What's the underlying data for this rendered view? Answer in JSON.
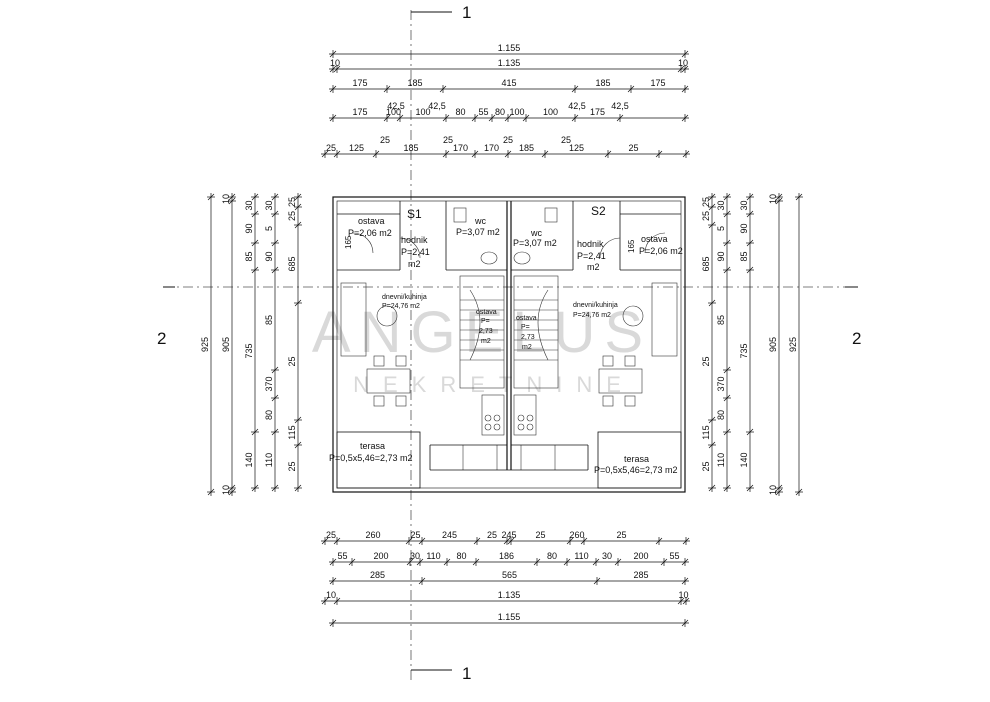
{
  "section_marks": {
    "top": "1",
    "bottom": "1",
    "left": "2",
    "right": "2"
  },
  "watermark": {
    "main": "ANGELUS",
    "sub": "NEKRETNINE"
  },
  "units": {
    "s1": "S1",
    "s2": "S2",
    "ostava_l": "ostava",
    "ostava_l_area": "P=2,06 m2",
    "ostava_r": "ostava",
    "ostava_r_area": "P=2,06 m2",
    "wc_l": "wc",
    "wc_l_area": "P=3,07 m2",
    "wc_r": "wc",
    "wc_r_area": "P=3,07 m2",
    "hodnik_l": "hodnik",
    "hodnik_l_area1": "P=2,41",
    "hodnik_l_area2": "m2",
    "hodnik_r": "hodnik",
    "hodnik_r_area1": "P=2,41",
    "hodnik_r_area2": "m2",
    "living_l": "dnevni/kuhinja",
    "living_l_area": "P=24,76 m2",
    "living_r": "dnevni/kuhinja",
    "living_r_area": "P=24,76 m2",
    "stair_l": [
      "ostava",
      "P=",
      "2,73",
      "m2"
    ],
    "stair_r": [
      "ostava",
      "P=",
      "2,73",
      "m2"
    ],
    "terasa_l": "terasa",
    "terasa_l_area": "P=0,5x5,46=2,73 m2",
    "terasa_r": "terasa",
    "terasa_r_area": "P=0,5x5,46=2,73 m2",
    "door_width": "165"
  },
  "dims_top": {
    "row1": [
      "1.155"
    ],
    "row2": [
      "10",
      "1.135",
      "10"
    ],
    "row3": [
      "175",
      "185",
      "415",
      "185",
      "175"
    ],
    "row4_top": [
      "42,5",
      "42,5",
      "42,5",
      "42,5"
    ],
    "row4": [
      "175",
      "100",
      "100",
      "80",
      "55",
      "80",
      "100",
      "100",
      "175"
    ],
    "row5_top": [
      "25",
      "25",
      "25",
      "25"
    ],
    "row5": [
      "25",
      "125",
      "185",
      "170",
      "170",
      "185",
      "125",
      "25"
    ]
  },
  "dims_bottom": {
    "row1": [
      "25",
      "260",
      "25",
      "245",
      "25",
      "245",
      "25",
      "260",
      "25"
    ],
    "row2": [
      "55",
      "200",
      "30",
      "110",
      "80",
      "186",
      "80",
      "110",
      "30",
      "200",
      "55"
    ],
    "row3": [
      "285",
      "565",
      "285"
    ],
    "row4": [
      "10",
      "1.135",
      "10"
    ],
    "row5": [
      "1.155"
    ]
  },
  "dims_left": {
    "col1": [
      "925"
    ],
    "col2": [
      "10",
      "905",
      "10"
    ],
    "col3": [
      "30",
      "90",
      "85",
      "735",
      "140"
    ],
    "col4": [
      "10",
      "80",
      "110",
      "140"
    ],
    "col5": [
      "30",
      "5",
      "90",
      "85",
      "370",
      "80",
      "110",
      "140"
    ],
    "col6": [
      "25",
      "25",
      "685",
      "25",
      "115",
      "25"
    ]
  },
  "dims_right": {
    "col1": [
      "925"
    ],
    "col2": [
      "10",
      "905",
      "10"
    ],
    "col3": [
      "30",
      "90",
      "85",
      "735",
      "140"
    ],
    "col4": [
      "10",
      "80",
      "110",
      "140"
    ],
    "col5": [
      "30",
      "5",
      "90",
      "85",
      "370",
      "80",
      "110",
      "140"
    ],
    "col6": [
      "25",
      "25",
      "685",
      "25",
      "115",
      "25"
    ]
  }
}
